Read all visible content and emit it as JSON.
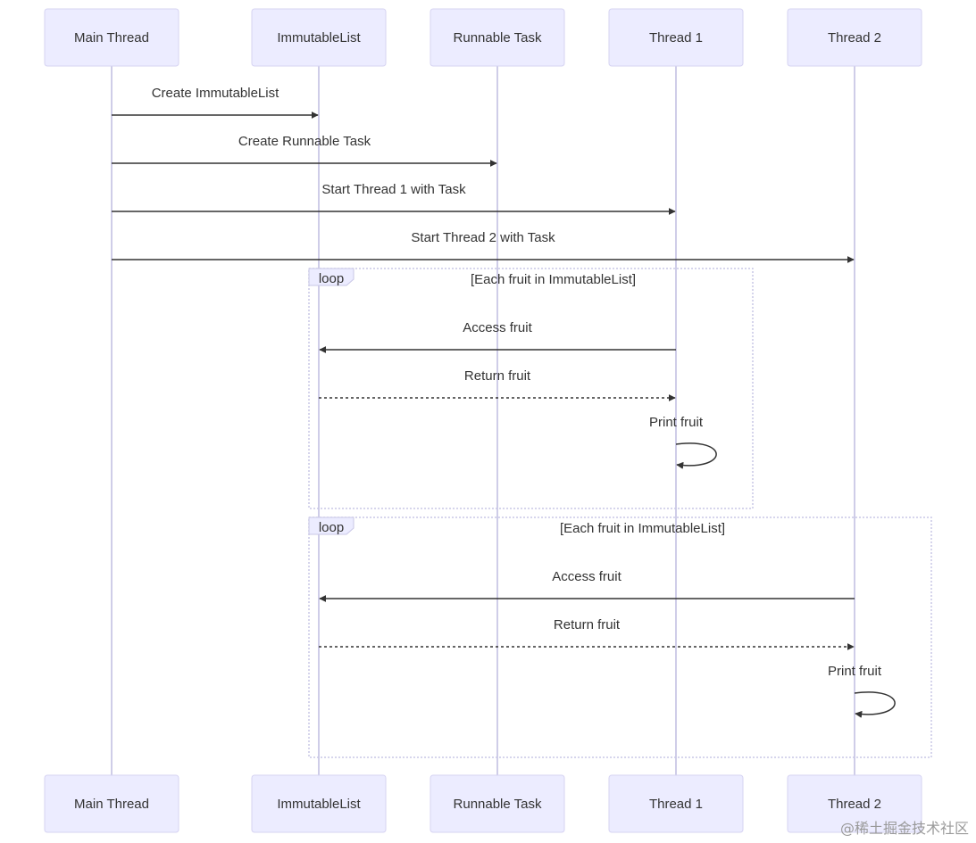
{
  "actors": [
    {
      "id": "main",
      "label": "Main Thread"
    },
    {
      "id": "list",
      "label": "ImmutableList"
    },
    {
      "id": "task",
      "label": "Runnable Task"
    },
    {
      "id": "t1",
      "label": "Thread 1"
    },
    {
      "id": "t2",
      "label": "Thread 2"
    }
  ],
  "messages": [
    {
      "from": "main",
      "to": "list",
      "label": "Create ImmutableList",
      "style": "solid"
    },
    {
      "from": "main",
      "to": "task",
      "label": "Create Runnable Task",
      "style": "solid"
    },
    {
      "from": "main",
      "to": "t1",
      "label": "Start Thread 1 with Task",
      "style": "solid"
    },
    {
      "from": "main",
      "to": "t2",
      "label": "Start Thread 2 with Task",
      "style": "solid"
    }
  ],
  "loops": [
    {
      "tag": "loop",
      "condition": "[Each fruit in ImmutableList]",
      "messages": [
        {
          "from": "t1",
          "to": "list",
          "label": "Access fruit",
          "style": "solid"
        },
        {
          "from": "list",
          "to": "t1",
          "label": "Return fruit",
          "style": "dotted"
        },
        {
          "from": "t1",
          "to": "t1",
          "label": "Print fruit",
          "style": "self"
        }
      ]
    },
    {
      "tag": "loop",
      "condition": "[Each fruit in ImmutableList]",
      "messages": [
        {
          "from": "t2",
          "to": "list",
          "label": "Access fruit",
          "style": "solid"
        },
        {
          "from": "list",
          "to": "t2",
          "label": "Return fruit",
          "style": "dotted"
        },
        {
          "from": "t2",
          "to": "t2",
          "label": "Print fruit",
          "style": "self"
        }
      ]
    }
  ],
  "watermark": "@稀土掘金技术社区"
}
